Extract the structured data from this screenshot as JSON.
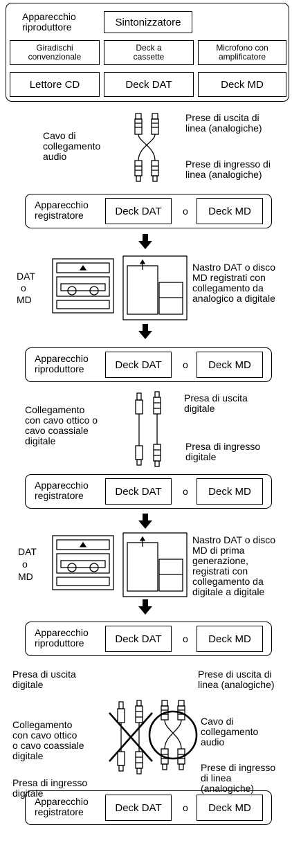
{
  "top_group": {
    "label": "Apparecchio\nriproduttore",
    "sintonizzatore": "Sintonizzatore",
    "giradischi": "Giradischi\nconvenzionale",
    "deck_cassette": "Deck a\ncassette",
    "microfono": "Microfono con\namplificatore",
    "lettore_cd": "Lettore CD",
    "deck_dat": "Deck DAT",
    "deck_md": "Deck MD"
  },
  "analog_cable": {
    "cable_label": "Cavo di\ncollegamento\naudio",
    "out_label": "Prese di uscita di\nlinea (analogiche)",
    "in_label": "Prese di ingresso di\nlinea (analogiche)"
  },
  "recorder1": {
    "label": "Apparecchio\nregistratore",
    "deck_dat": "Deck DAT",
    "or": "o",
    "deck_md": "Deck MD"
  },
  "media1": {
    "dat": "DAT",
    "or": "o",
    "md": "MD",
    "caption": "Nastro DAT o disco\nMD registrati con\ncollegamento da\nanalogico a digitale"
  },
  "player2": {
    "label": "Apparecchio\nriproduttore",
    "deck_dat": "Deck DAT",
    "or": "o",
    "deck_md": "Deck MD"
  },
  "digital_cable": {
    "cable_label": "Collegamento\ncon cavo ottico o\ncavo coassiale\ndigitale",
    "out_label": "Presa di uscita\ndigitale",
    "in_label": "Presa di ingresso\ndigitale"
  },
  "recorder2": {
    "label": "Apparecchio\nregistratore",
    "deck_dat": "Deck DAT",
    "or": "o",
    "deck_md": "Deck MD"
  },
  "media2": {
    "dat": "DAT",
    "or": "o",
    "md": "MD",
    "caption": "Nastro DAT o disco\nMD di prima\ngenerazione,\nregistrati con\ncollegamento da\ndigitale a digitale"
  },
  "player3": {
    "label": "Apparecchio\nriproduttore",
    "deck_dat": "Deck DAT",
    "or": "o",
    "deck_md": "Deck MD"
  },
  "bottom": {
    "digital_out": "Presa di uscita\ndigitale",
    "analog_out": "Prese di uscita di\nlinea (analogiche)",
    "digital_cable": "Collegamento\ncon cavo ottico\no cavo coassiale\ndigitale",
    "analog_cable": "Cavo di\ncollegamento\naudio",
    "analog_in": "Prese di ingresso\ndi linea\n(analogiche)",
    "digital_in": "Presa di ingresso\ndigitale"
  },
  "recorder3": {
    "label": "Apparecchio\nregistratore",
    "deck_dat": "Deck DAT",
    "or": "o",
    "deck_md": "Deck MD"
  }
}
